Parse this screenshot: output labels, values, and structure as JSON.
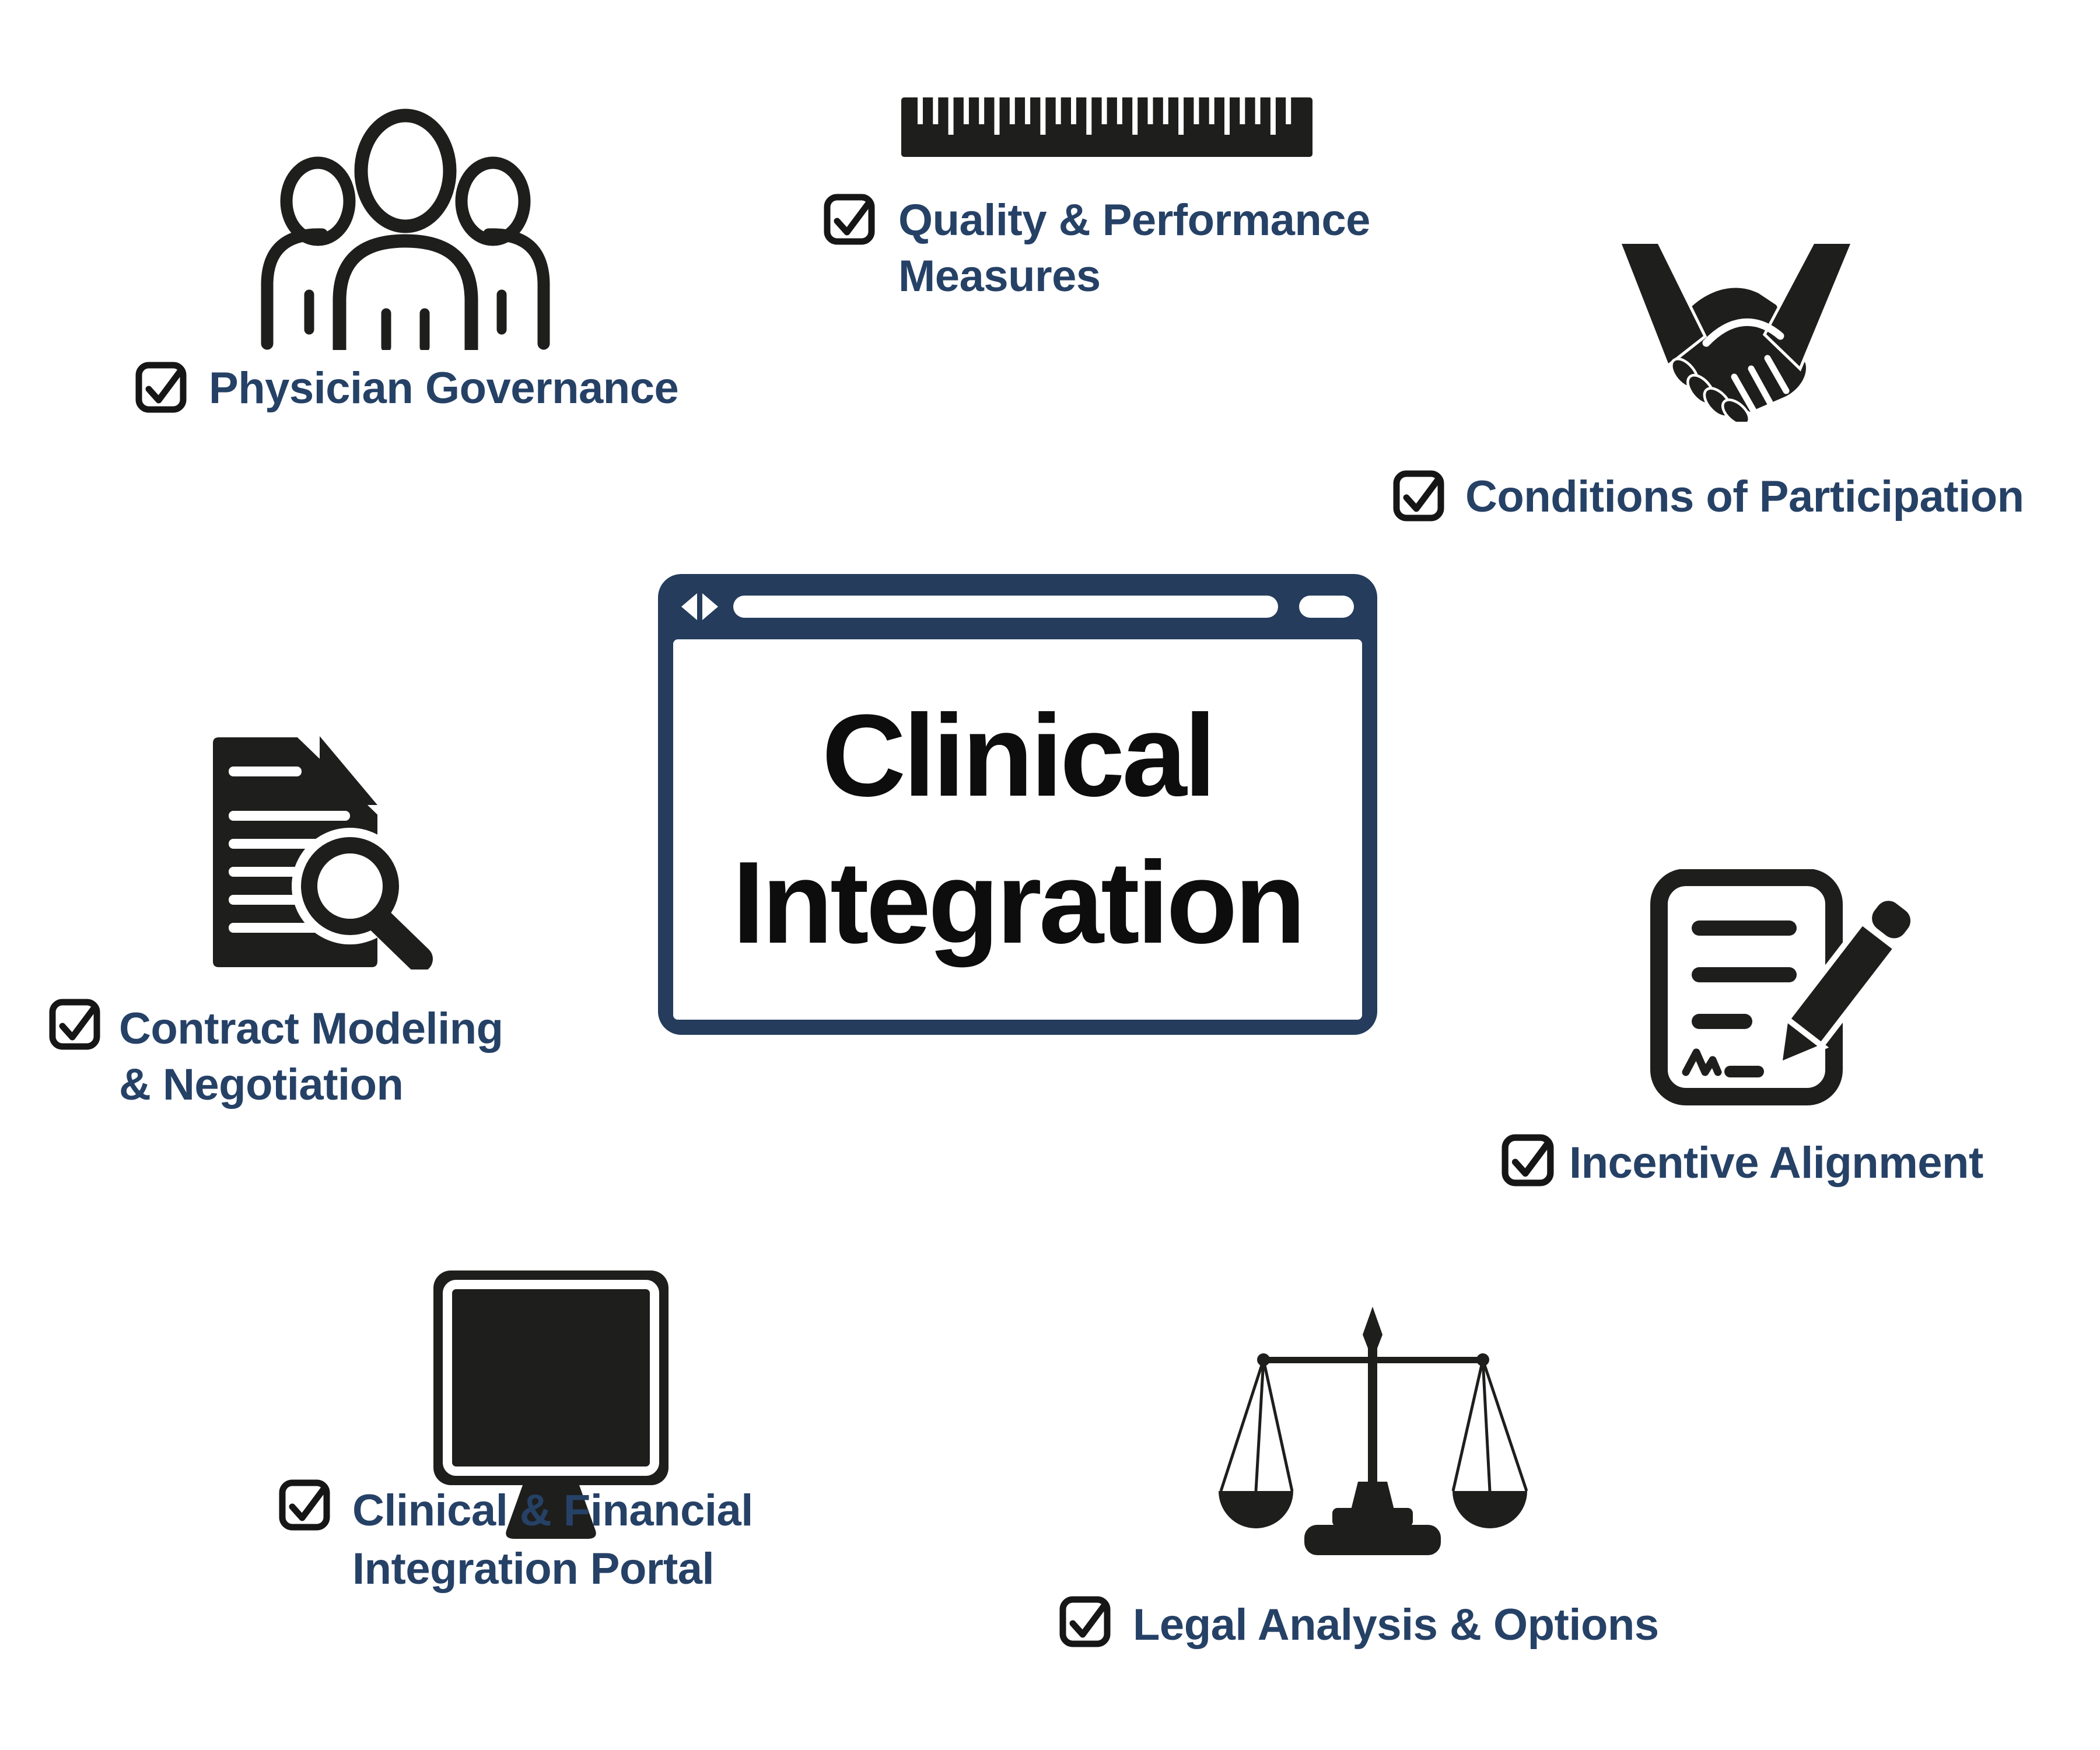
{
  "center": {
    "type": "browser-window",
    "title_line1": "Clinical",
    "title_line2": "Integration"
  },
  "items": [
    {
      "label": "Physician Governance",
      "label2": "",
      "checked": true,
      "icon": "people-group-icon"
    },
    {
      "label": "Quality & Performance",
      "label2": "Measures",
      "checked": true,
      "icon": "ruler-icon"
    },
    {
      "label": "Conditions of Participation",
      "label2": "",
      "checked": true,
      "icon": "handshake-icon"
    },
    {
      "label": "Contract Modeling",
      "label2": "& Negotiation",
      "checked": true,
      "icon": "document-magnifier-icon"
    },
    {
      "label": "Incentive Alignment",
      "label2": "",
      "checked": true,
      "icon": "contract-pencil-icon"
    },
    {
      "label": "Clinical & Financial",
      "label2": "Integration Portal",
      "checked": true,
      "icon": "computer-monitor-icon"
    },
    {
      "label": "Legal Analysis & Options",
      "label2": "",
      "checked": true,
      "icon": "scales-of-justice-icon"
    }
  ],
  "colors": {
    "label_text": "#264166",
    "window_frame": "#253c5c",
    "icon_ink": "#1e1e1c",
    "checkbox_ink": "#161616",
    "title_text": "#0d0d0d",
    "background": "#ffffff"
  }
}
